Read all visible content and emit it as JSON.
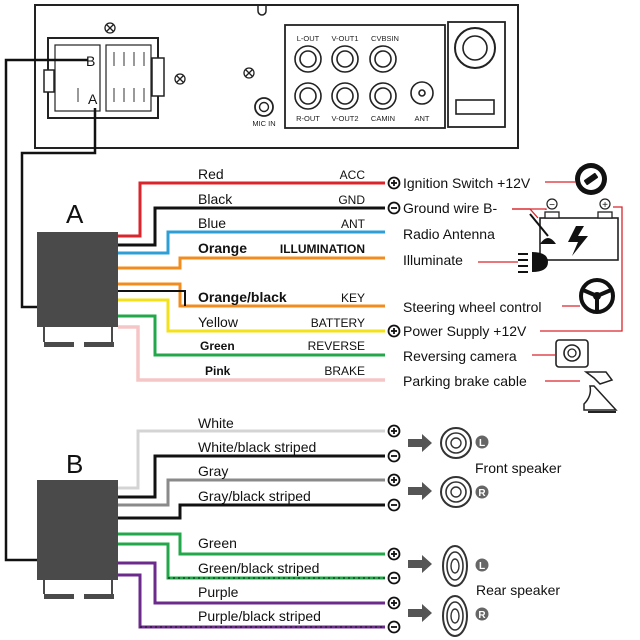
{
  "head_unit": {
    "ports_top": [
      "L-OUT",
      "V-OUT1",
      "CVBSIN"
    ],
    "ports_bottom": [
      "R-OUT",
      "V-OUT2",
      "CAMIN"
    ],
    "ant": "ANT",
    "mic": "MIC IN",
    "socket_b": "B",
    "socket_a": "A"
  },
  "connector_a_label": "A",
  "connector_b_label": "B",
  "wires_a": [
    {
      "color": "Red",
      "func": "ACC",
      "dest": "Ignition Switch +12V",
      "hex": "#d9252b"
    },
    {
      "color": "Black",
      "func": "GND",
      "dest": "Ground wire B-",
      "hex": "#111111"
    },
    {
      "color": "Blue",
      "func": "ANT",
      "dest": "Radio Antenna",
      "hex": "#2e9fd6"
    },
    {
      "color": "Orange",
      "func": "ILLUMINATION",
      "dest": "Illuminate",
      "hex": "#f28c1e"
    },
    {
      "color": "Orange/black",
      "func": "KEY",
      "dest": "Steering wheel control",
      "hex": "#f28c1e"
    },
    {
      "color": "Yellow",
      "func": "BATTERY",
      "dest": "Power Supply +12V",
      "hex": "#f3e21a"
    },
    {
      "color": "Green",
      "func": "REVERSE",
      "dest": "Reversing camera",
      "hex": "#22a84a"
    },
    {
      "color": "Pink",
      "func": "BRAKE",
      "dest": "Parking brake cable",
      "hex": "#f5c6c6"
    }
  ],
  "wires_b": [
    {
      "color": "White",
      "hex": "#d4d4d4"
    },
    {
      "color": "White/black striped",
      "hex": "#111111"
    },
    {
      "color": "Gray",
      "hex": "#8a8a8a"
    },
    {
      "color": "Gray/black striped",
      "hex": "#111111"
    },
    {
      "color": "Green",
      "hex": "#22a84a"
    },
    {
      "color": "Green/black striped",
      "hex": "#22a84a"
    },
    {
      "color": "Purple",
      "hex": "#6b2a8c"
    },
    {
      "color": "Purple/black striped",
      "hex": "#6b2a8c"
    }
  ],
  "speakers": {
    "front": "Front speaker",
    "rear": "Rear speaker",
    "left_badge": "L",
    "right_badge": "R"
  },
  "battery_terminals": {
    "neg": "−",
    "pos": "+"
  }
}
